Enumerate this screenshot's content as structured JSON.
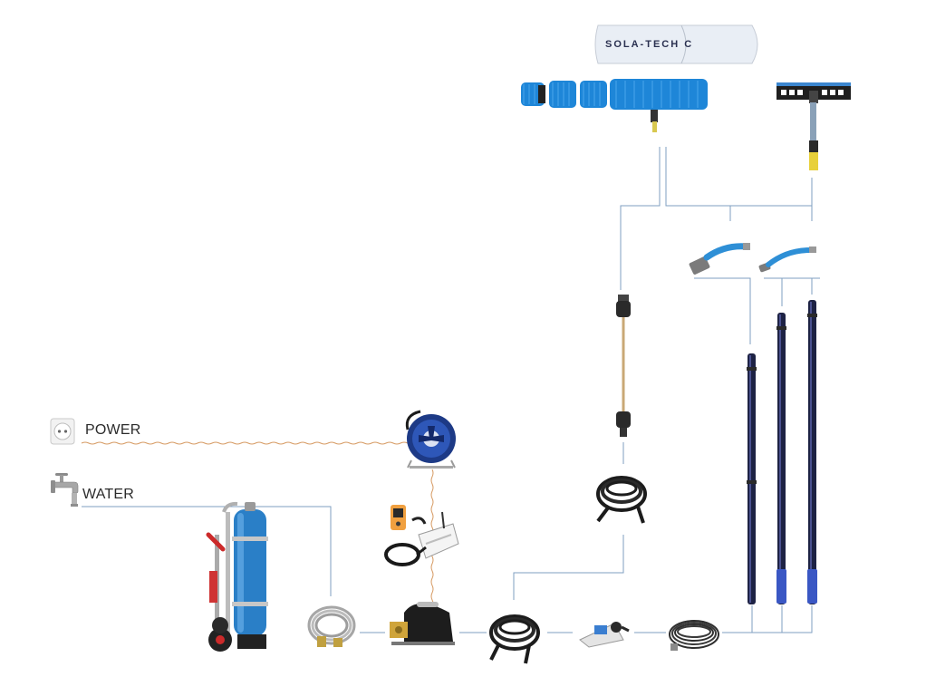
{
  "labels": {
    "power": "POWER",
    "water": "WATER",
    "tube_brand": "SOLA-TECH C"
  },
  "colors": {
    "water_line": "#6d8fb3",
    "power_line": "#d9955a",
    "brush_blue": "#1e86d8",
    "tank_blue": "#2a7fc7",
    "pole_navy": "#1d2244",
    "hose_black": "#1a1a1a"
  },
  "icons": [
    "power-socket-icon",
    "water-tap-icon",
    "water-filter-trolley-icon",
    "cable-reel-icon",
    "remote-controller-icon",
    "hose-coil-icon",
    "pump-icon",
    "flow-controller-icon",
    "rotary-brush-icon",
    "flat-brush-icon",
    "gooseneck-icon",
    "telescopic-pole-icon",
    "lance-icon"
  ]
}
